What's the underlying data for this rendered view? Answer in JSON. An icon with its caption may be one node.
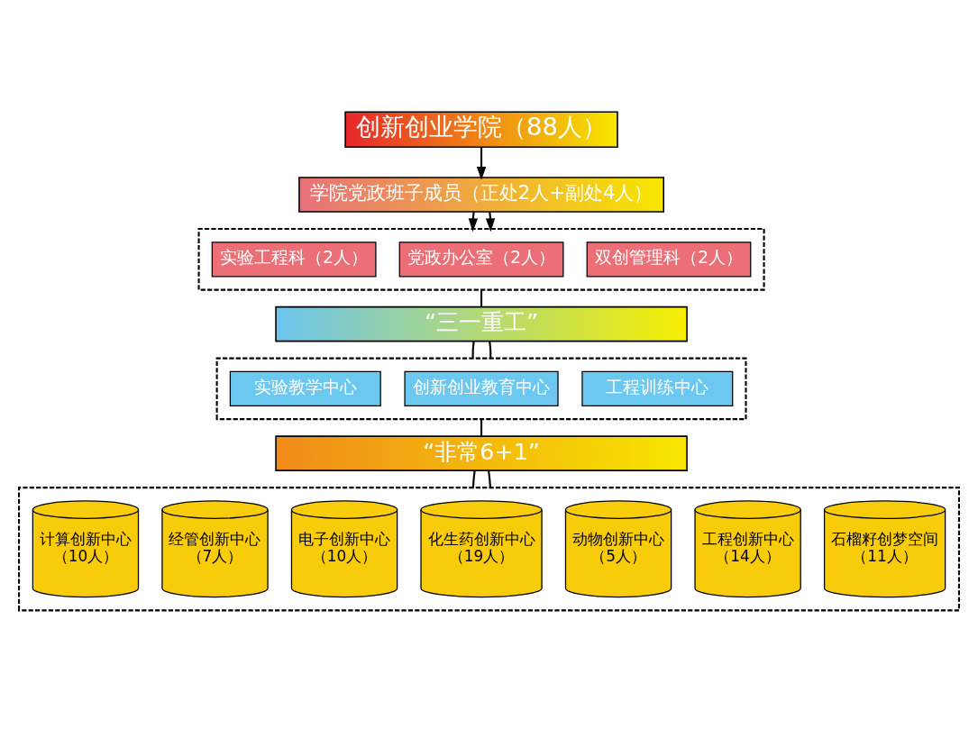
{
  "diagram": {
    "nodes": [
      {
        "text": [
          "创新创业学院（88人）"
        ]
      },
      {
        "text": [
          "学院党政班子成员（正处2人+副处4人）"
        ]
      },
      {
        "text": [],
        "shape": "box"
      },
      {
        "text": [
          "实验工程科（2人）"
        ],
        "in": 2
      },
      {
        "text": [
          "党政办公室（2人）"
        ],
        "in": 2
      },
      {
        "text": [
          "双创管理科（2人）"
        ],
        "in": 2
      },
      {
        "text": [
          "“三一重工”"
        ]
      },
      {
        "text": [],
        "shape": "box"
      },
      {
        "text": [
          "实验教学中心"
        ],
        "in": 7
      },
      {
        "text": [
          "创新创业教育中心"
        ],
        "in": 7
      },
      {
        "text": [
          "工程训练中心"
        ],
        "in": 7
      },
      {
        "text": [
          "“非常6+1”"
        ]
      },
      {
        "text": [],
        "shape": "box"
      },
      {
        "text": [
          "计算创新中心",
          "（10人）"
        ],
        "in": 12
      },
      {
        "text": [
          "经管创新中心",
          "（7人）"
        ],
        "in": 12
      },
      {
        "text": [
          "电子创新中心",
          "（10人）"
        ],
        "in": 12
      },
      {
        "text": [
          "化生药创新中心",
          "（19人）"
        ],
        "in": 12
      },
      {
        "text": [
          "动物创新中心",
          "（5人）"
        ],
        "in": 12
      },
      {
        "text": [
          "工程创新中心",
          "（14人）"
        ],
        "in": 12
      },
      {
        "text": [
          "石榴籽创梦空间",
          "（11人）"
        ],
        "in": 12
      }
    ],
    "edges": [
      {
        "from": 0,
        "to": 1,
        "arrow": "to"
      },
      {
        "from": 1,
        "to": 2,
        "arrow": "to"
      },
      {
        "from": 1,
        "to": 2,
        "arrow": "to"
      },
      {
        "from": 6,
        "to": 2,
        "arrow": "none"
      },
      {
        "from": 6,
        "to": 7,
        "arrow": "none"
      },
      {
        "from": 6,
        "to": 7,
        "arrow": "none"
      },
      {
        "from": 11,
        "to": 7,
        "arrow": "none"
      },
      {
        "from": 11,
        "to": 12,
        "arrow": "none"
      },
      {
        "from": 11,
        "to": 12,
        "arrow": "none"
      }
    ]
  }
}
